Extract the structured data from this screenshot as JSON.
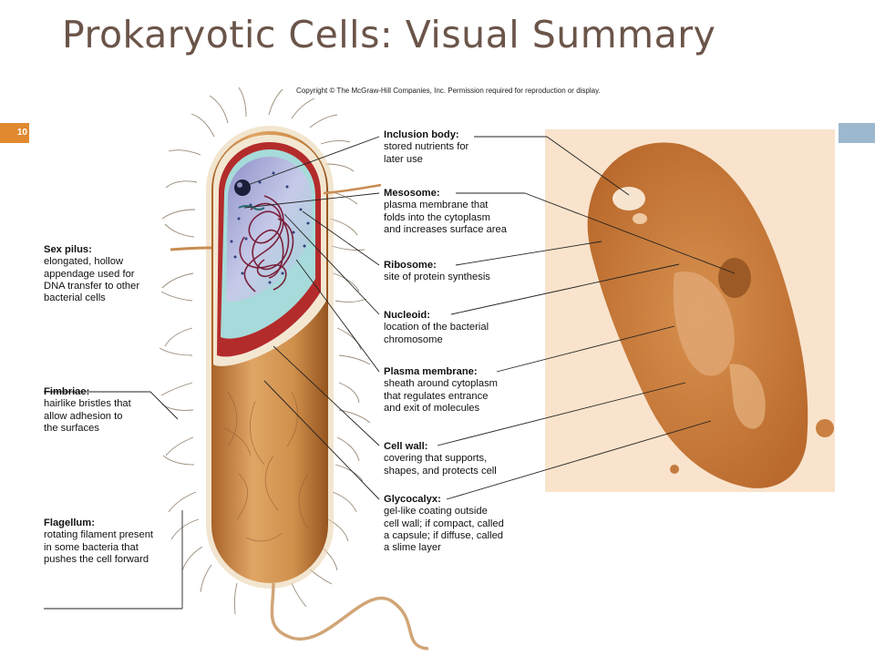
{
  "slide": {
    "title": "Prokaryotic Cells: Visual Summary",
    "copyright": "Copyright © The McGraw-Hill Companies, Inc. Permission required for reproduction or display.",
    "slide_number": "10"
  },
  "labels": {
    "inclusion_body": {
      "heading": "Inclusion body:",
      "lines": [
        "stored nutrients for",
        "later use"
      ]
    },
    "mesosome": {
      "heading": "Mesosome:",
      "lines": [
        "plasma membrane that",
        "folds into the cytoplasm",
        "and increases surface area"
      ]
    },
    "ribosome": {
      "heading": "Ribosome:",
      "lines": [
        "site of protein synthesis"
      ]
    },
    "nucleoid": {
      "heading": "Nucleoid:",
      "lines": [
        "location of the bacterial",
        "chromosome"
      ]
    },
    "plasma_membrane": {
      "heading": "Plasma membrane:",
      "lines": [
        "sheath around cytoplasm",
        "that regulates entrance",
        "and exit of molecules"
      ]
    },
    "cell_wall": {
      "heading": "Cell wall:",
      "lines": [
        "covering that supports,",
        "shapes, and protects cell"
      ]
    },
    "glycocalyx": {
      "heading": "Glycocalyx:",
      "lines": [
        "gel-like coating outside",
        "cell wall; if compact, called",
        "a capsule; if diffuse, called",
        "a slime layer"
      ]
    },
    "sex_pilus": {
      "heading": "Sex pilus:",
      "lines": [
        "elongated, hollow",
        "appendage used for",
        "DNA transfer to other",
        "bacterial cells"
      ]
    },
    "fimbriae": {
      "heading": "Fimbriae:",
      "lines": [
        "hairlike bristles that",
        "allow adhesion to",
        "the surfaces"
      ]
    },
    "flagellum": {
      "heading": "Flagellum:",
      "lines": [
        "rotating filament present",
        "in some bacteria that",
        "pushes the cell forward"
      ]
    }
  },
  "colors": {
    "title": "#6b5449",
    "cell_wall": "#c8843f",
    "plasma_membrane": "#b42b2b",
    "cytoplasm": "#b9c4e2",
    "micrograph": "#c87a3a",
    "slide_number_bg": "#e0892f",
    "accent_bar": "#9cb8cf"
  }
}
